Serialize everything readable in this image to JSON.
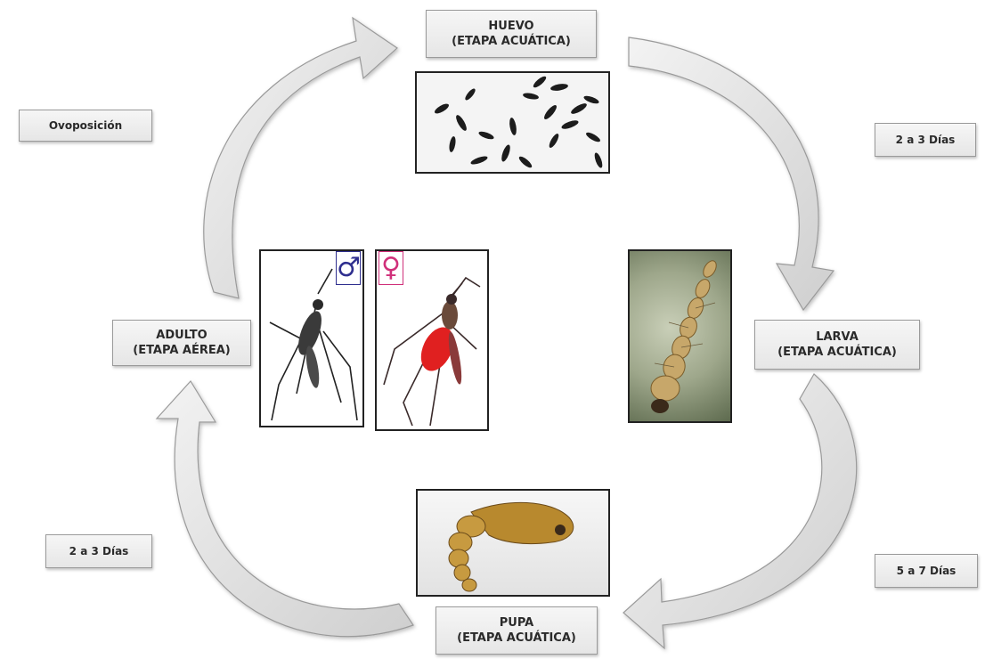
{
  "stages": {
    "egg": {
      "name": "HUEVO",
      "phase": "(ETAPA ACUÁTICA)"
    },
    "larva": {
      "name": "LARVA",
      "phase": "(ETAPA ACUÁTICA)"
    },
    "pupa": {
      "name": "PUPA",
      "phase": "(ETAPA ACUÁTICA)"
    },
    "adult": {
      "name": "ADULTO",
      "phase": "(ETAPA AÉREA)"
    }
  },
  "transitions": {
    "egg_to_larva": "2 a 3 Días",
    "larva_to_pupa": "5 a 7 Días",
    "pupa_to_adult": "2 a 3 Días",
    "adult_to_egg": "Ovoposición"
  },
  "symbols": {
    "male": "♂",
    "female": "♀",
    "male_color": "#2f2f8f",
    "female_color": "#d0307a"
  },
  "colors": {
    "arrow_fill": "#e4e4e4",
    "arrow_stroke": "#9a9a9a",
    "label_bg": "#eeeeee"
  }
}
